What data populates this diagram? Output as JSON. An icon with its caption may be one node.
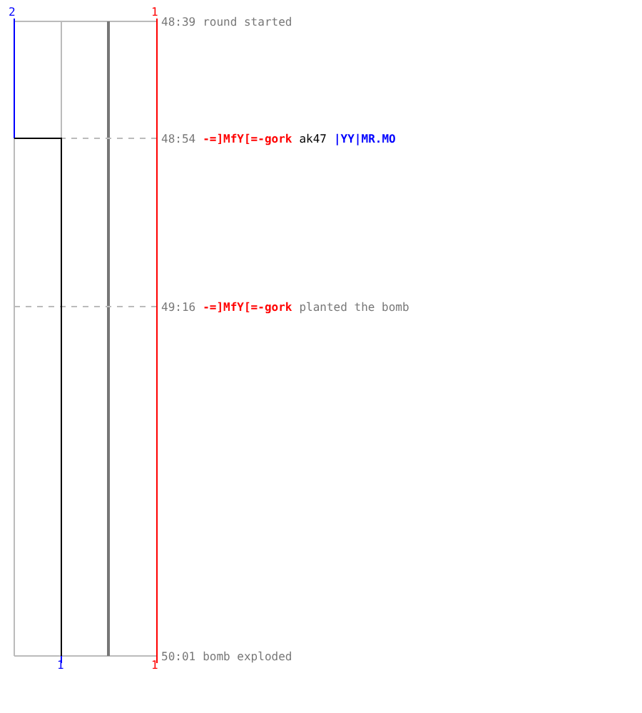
{
  "diagram": {
    "labels": [
      "2",
      "1",
      "48:39",
      "round started",
      "48:54",
      "-=]MfY[=-gork",
      "ak47",
      "|YY|MR.MO",
      "49:16",
      "-=]MfY[=-gork",
      "planted the bomb",
      "1",
      "1",
      "50:01",
      "bomb exploded"
    ]
  }
}
